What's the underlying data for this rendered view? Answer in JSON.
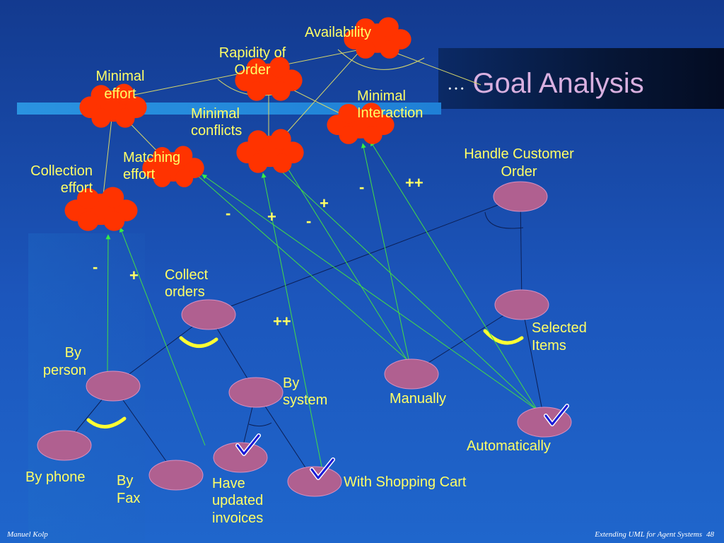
{
  "slide": {
    "title_prefix": "…",
    "title": "Goal Analysis",
    "footer_left": "Manuel Kolp",
    "footer_right": "Extending UML for Agent Systems",
    "page_number": "48"
  },
  "softgoals": {
    "availability": "Availability",
    "rapidity_l1": "Rapidity of",
    "rapidity_l2": "Order",
    "minimal_effort_l1": "Minimal",
    "minimal_effort_l2": "effort",
    "minimal_interaction_l1": "Minimal",
    "minimal_interaction_l2": "Interaction",
    "minimal_conflicts_l1": "Minimal",
    "minimal_conflicts_l2": "conflicts",
    "matching_effort_l1": "Matching",
    "matching_effort_l2": "effort",
    "collection_effort_l1": "Collection",
    "collection_effort_l2": "effort"
  },
  "goals": {
    "handle_order_l1": "Handle Customer",
    "handle_order_l2": "Order",
    "collect_orders_l1": "Collect",
    "collect_orders_l2": "orders",
    "selected_items_l1": "Selected",
    "selected_items_l2": "Items",
    "by_person_l1": "By",
    "by_person_l2": "person",
    "by_system_l1": "By",
    "by_system_l2": "system",
    "manually": "Manually",
    "automatically": "Automatically",
    "by_phone": "By phone",
    "by_fax_l1": "By",
    "by_fax_l2": "Fax",
    "updated_invoices_l1": "Have",
    "updated_invoices_l2": "updated",
    "updated_invoices_l3": "invoices",
    "shopping_cart": "With Shopping Cart"
  },
  "contributions": {
    "c1": "-",
    "c2": "++",
    "c3": "+",
    "c4": "-",
    "c5": "+",
    "c6": "-",
    "c7": "-",
    "c8": "+",
    "c9": "++"
  },
  "colors": {
    "softgoal_fill": "#ff3300",
    "goal_fill": "#b06090",
    "label": "#ffff66",
    "link": "#44dd44",
    "title": "#d9b0e0"
  }
}
